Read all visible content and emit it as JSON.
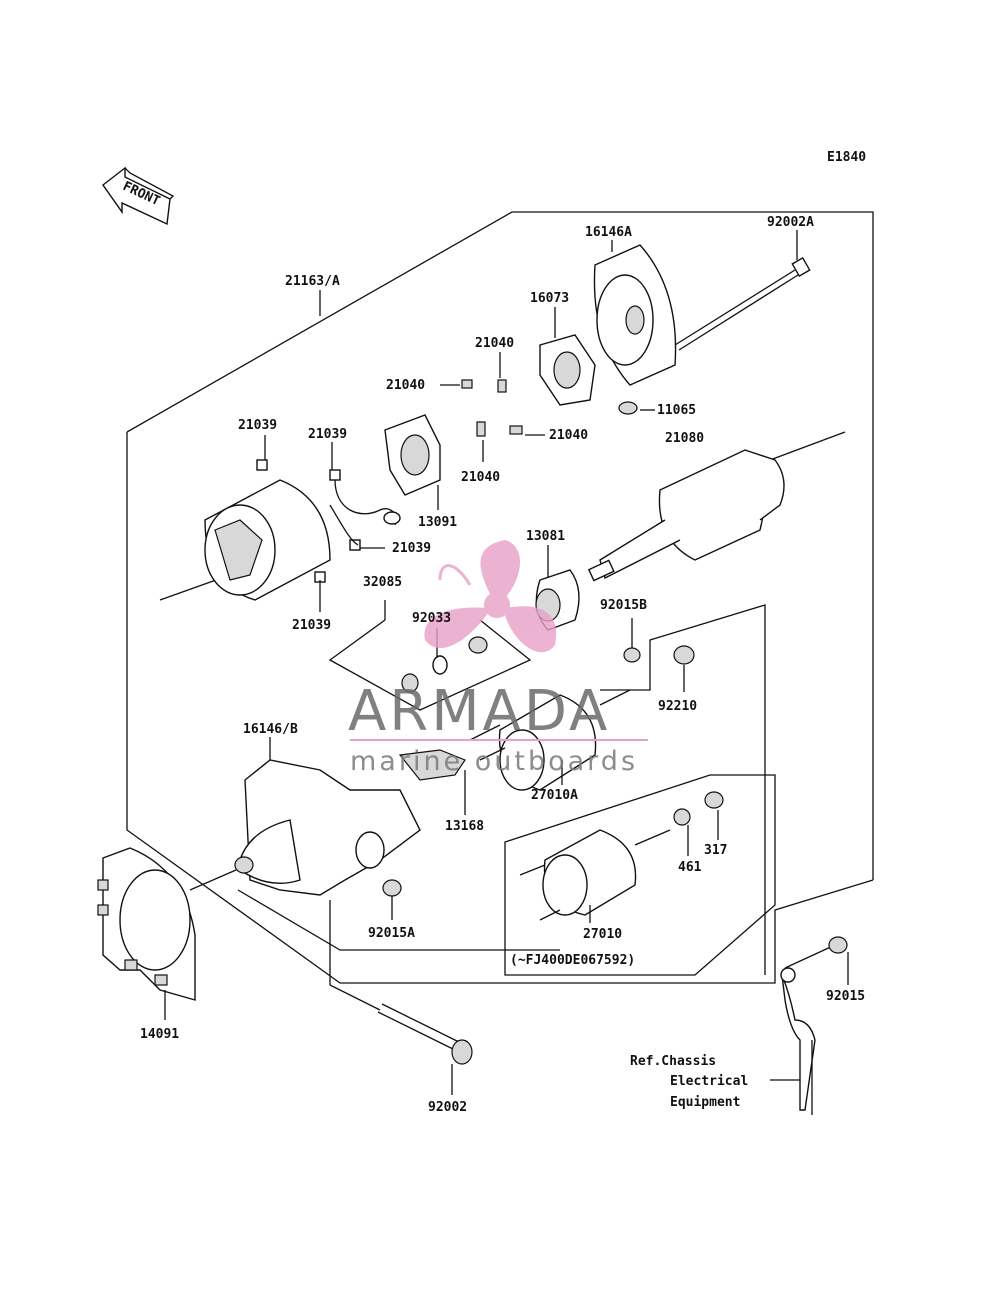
{
  "diagram_code": "E1840",
  "front_marker": "FRONT",
  "labels": {
    "p21163A": "21163/A",
    "p16146A": "16146A",
    "p92002A": "92002A",
    "p16073": "16073",
    "p21040_a": "21040",
    "p21040_b": "21040",
    "p21040_c": "21040",
    "p21040_d": "21040",
    "p11065": "11065",
    "p21039_a": "21039",
    "p21039_b": "21039",
    "p21039_c": "21039",
    "p21039_d": "21039",
    "p21080": "21080",
    "p13091": "13091",
    "p13081": "13081",
    "p32085": "32085",
    "p92033": "92033",
    "p92015B": "92015B",
    "p92210": "92210",
    "p16146B": "16146/B",
    "p27010A": "27010A",
    "p13168": "13168",
    "p461": "461",
    "p317": "317",
    "p92015A": "92015A",
    "p27010": "27010",
    "serial_note": "(~FJ400DE067592)",
    "p14091": "14091",
    "p92015": "92015",
    "p92002": "92002"
  },
  "reference": {
    "line1": "Ref.Chassis",
    "line2": "Electrical",
    "line3": "Equipment"
  },
  "watermark": {
    "brand": "ARMADA",
    "tagline": "marine outboards",
    "logo_color": "#e8a0c8"
  }
}
